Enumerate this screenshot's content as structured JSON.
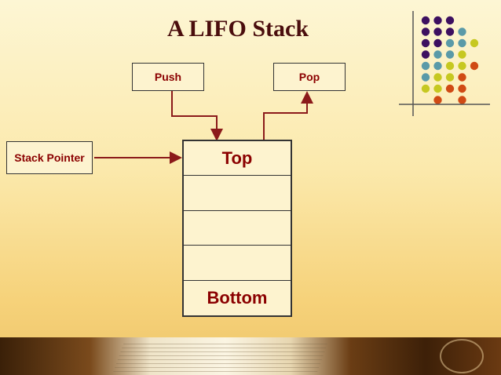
{
  "slide": {
    "title": "A LIFO Stack",
    "push_label": "Push",
    "pop_label": "Pop",
    "stack_pointer_label": "Stack Pointer",
    "stack": {
      "cells": [
        "Top",
        "",
        "",
        "",
        "Bottom"
      ]
    }
  },
  "colors": {
    "label_text": "#8b0000",
    "title_text": "#4a0d0d",
    "arrow": "#8b1a1a",
    "dot_purple": "#3d1060",
    "dot_teal": "#5a9aa8",
    "dot_yellow": "#c6c820",
    "dot_orange": "#d04a14"
  },
  "icons": {
    "decoration": "dot-grid-decoration-icon",
    "footer": "book-photo"
  }
}
